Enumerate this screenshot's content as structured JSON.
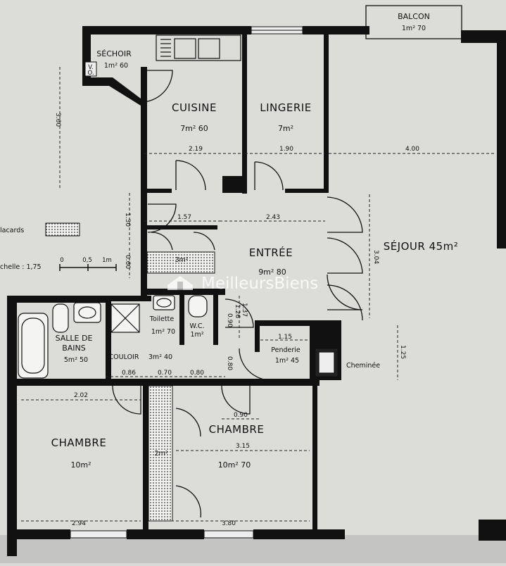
{
  "rooms": {
    "balcon": {
      "name": "BALCON",
      "area": "1m² 70"
    },
    "sechoir": {
      "name": "SÉCHOIR",
      "area": "1m² 60"
    },
    "cuisine": {
      "name": "CUISINE",
      "area": "7m² 60"
    },
    "lingerie": {
      "name": "LINGERIE",
      "area": "7m²"
    },
    "sejour": {
      "name": "SÉJOUR 45m²"
    },
    "entree": {
      "name": "ENTRÉE",
      "area": "9m² 80"
    },
    "placard_entree": {
      "area": "3m²"
    },
    "salle_de_bains": {
      "name1": "SALLE DE",
      "name2": "BAINS",
      "area": "5m² 50"
    },
    "toilette": {
      "name": "Toilette",
      "area": "1m² 70"
    },
    "wc": {
      "name": "W.C.",
      "area": "1m²"
    },
    "couloir": {
      "name": "COULOIR",
      "area": "3m² 40"
    },
    "penderie": {
      "name": "Penderie",
      "area": "1m² 45"
    },
    "cheminee": {
      "name": "Cheminée"
    },
    "chambre1": {
      "name": "CHAMBRE",
      "area": "10m²"
    },
    "chambre2": {
      "name": "CHAMBRE",
      "area": "10m² 70"
    },
    "placard_chambre": {
      "area": "2m²"
    }
  },
  "legend": {
    "placards": "lacards",
    "scale": "chelle : 1,75",
    "scale_ticks": [
      "0",
      "0,5",
      "1m"
    ]
  },
  "vo_label": [
    "V.",
    "O."
  ],
  "dimensions": {
    "sechoir_height": "3.60",
    "cuisine_width": "2.19",
    "lingerie_width": "1.90",
    "sejour_width": "4.00",
    "entree_height_a": "1.30",
    "entree_width_a": "1.57",
    "entree_width_b": "2.43",
    "placard_height": "0.60",
    "sejour_height": "3.04",
    "toilette_d1": "1.37",
    "toilette_d2": "1.26",
    "wc_d": "0.90",
    "penderie_w": "1.15",
    "cheminee_h": "1.25",
    "couloir_w1": "0.86",
    "couloir_w2": "0.70",
    "couloir_w3": "0.80",
    "couloir_h": "0.80",
    "chambre1_top": "2.02",
    "chambre2_door": "0.90",
    "chambre2_mid": "3.15",
    "chambre1_bottom": "2.94",
    "chambre2_bottom": "3.80"
  },
  "watermark": "MeilleursBiens"
}
